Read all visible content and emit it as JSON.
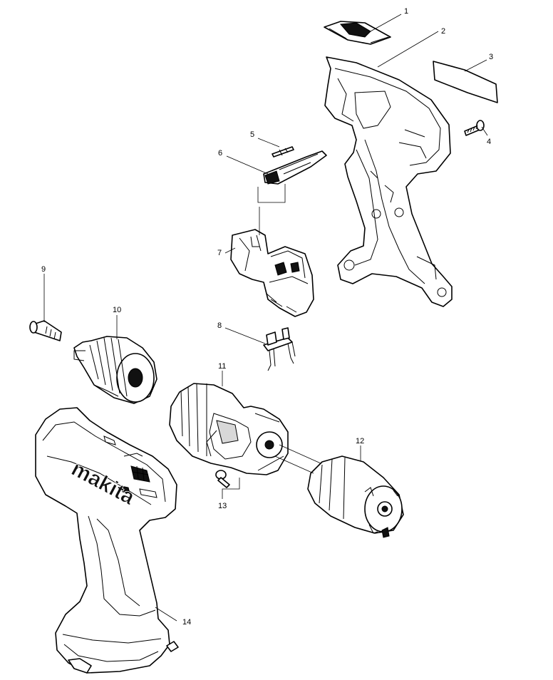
{
  "diagram": {
    "brand_logo_text": "makita",
    "callouts": [
      {
        "id": "1",
        "label": "1"
      },
      {
        "id": "2",
        "label": "2"
      },
      {
        "id": "3",
        "label": "3"
      },
      {
        "id": "4",
        "label": "4"
      },
      {
        "id": "5",
        "label": "5"
      },
      {
        "id": "6",
        "label": "6"
      },
      {
        "id": "7",
        "label": "7"
      },
      {
        "id": "8",
        "label": "8"
      },
      {
        "id": "9",
        "label": "9"
      },
      {
        "id": "10",
        "label": "10"
      },
      {
        "id": "11",
        "label": "11"
      },
      {
        "id": "12",
        "label": "12"
      },
      {
        "id": "13",
        "label": "13"
      },
      {
        "id": "14",
        "label": "14"
      }
    ]
  }
}
